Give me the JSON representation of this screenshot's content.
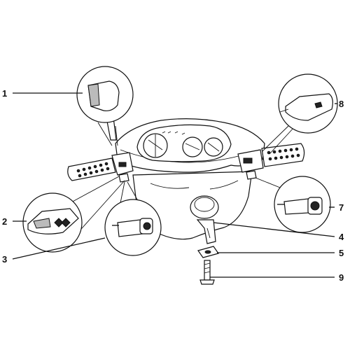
{
  "diagram": {
    "callouts": [
      {
        "id": "1",
        "label": "1"
      },
      {
        "id": "2",
        "label": "2"
      },
      {
        "id": "3",
        "label": "3"
      },
      {
        "id": "4",
        "label": "4"
      },
      {
        "id": "5",
        "label": "5"
      },
      {
        "id": "7",
        "label": "7"
      },
      {
        "id": "8",
        "label": "8"
      },
      {
        "id": "9",
        "label": "9"
      }
    ],
    "colors": {
      "ink": "#111111",
      "background": "#ffffff"
    }
  }
}
